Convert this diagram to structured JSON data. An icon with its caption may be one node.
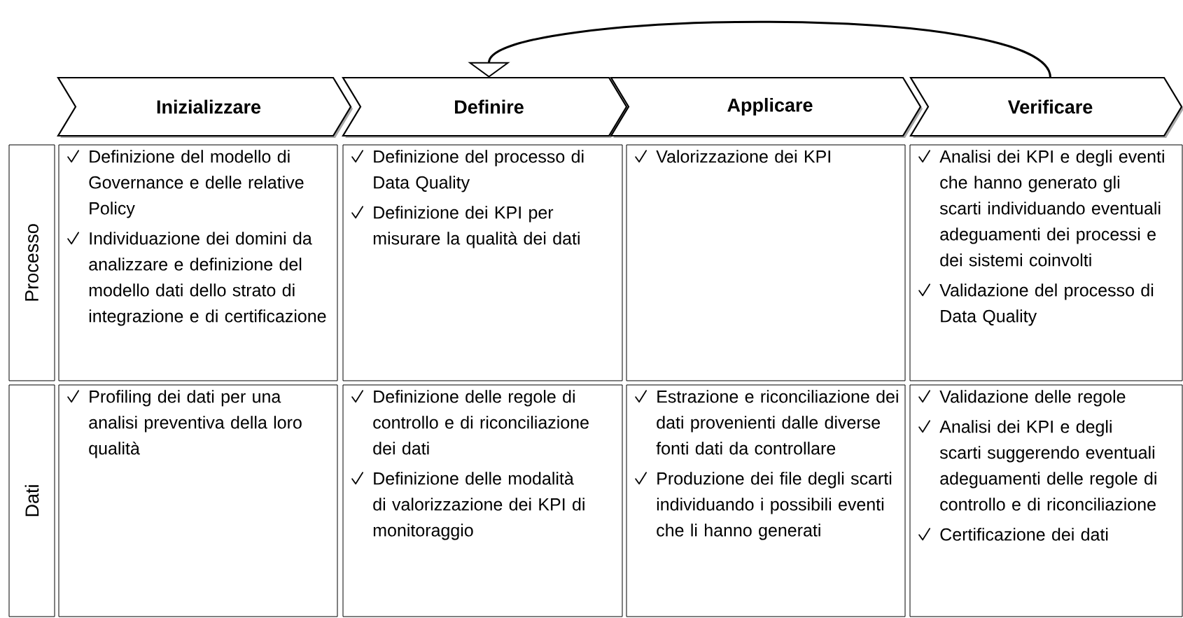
{
  "diagram": {
    "nodes": [
      {
        "text": [
          "Inizializzare"
        ]
      },
      {
        "text": [
          "Definire"
        ]
      },
      {
        "text": [
          "Applicare"
        ]
      },
      {
        "text": [
          "Verificare"
        ]
      },
      {
        "text": [
          "Processo"
        ]
      },
      {
        "text": [
          "Dati"
        ]
      },
      {
        "text": [
          "Definizione del modello di Governance e delle relative Policy",
          "Individuazione dei domini da analizzare e definizione del modello dati dello strato di integrazione e di certificazione"
        ]
      },
      {
        "text": [
          "Definizione del processo di Data Quality",
          "Definizione dei KPI per misurare la qualità dei dati"
        ]
      },
      {
        "text": [
          "Valorizzazione dei KPI"
        ]
      },
      {
        "text": [
          "Analisi dei KPI e degli eventi che hanno generato gli scarti individuando eventuali adeguamenti dei processi e dei sistemi coinvolti",
          "Validazione del processo di Data Quality"
        ]
      },
      {
        "text": [
          "Profiling dei dati per una analisi preventiva della loro qualità"
        ]
      },
      {
        "text": [
          "Definizione delle regole di controllo e di riconciliazione dei dati",
          "Definizione delle modalità di valorizzazione dei KPI di monitoraggio"
        ]
      },
      {
        "text": [
          "Estrazione e riconciliazione dei dati provenienti dalle diverse fonti dati da controllare",
          "Produzione dei file degli scarti individuando i possibili eventi che li hanno generati"
        ]
      },
      {
        "text": [
          "Validazione delle regole",
          "Analisi dei KPI e degli scarti suggerendo eventuali adeguamenti delle regole di controllo e di riconciliazione",
          "Certificazione dei dati"
        ]
      }
    ],
    "edges": [
      {
        "from": 3,
        "to": 1,
        "arrow": "to"
      }
    ]
  }
}
